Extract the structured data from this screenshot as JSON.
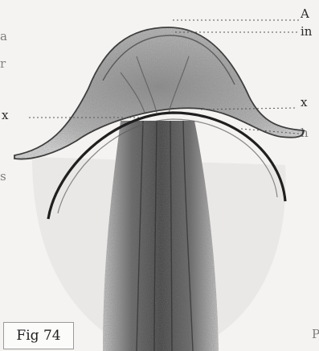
{
  "figure": {
    "caption": "Fig 74",
    "labels": {
      "A": "A",
      "in": "in",
      "x_left": "x",
      "x_right": "x",
      "h": "h",
      "left_a": "a",
      "left_r": "r",
      "left_s": "s",
      "bottom_right_P": "P"
    }
  },
  "colors": {
    "background": "#f4f3f1",
    "ink": "#2b2b2b",
    "tissue_dark": "#3d3d3d",
    "tissue_mid": "#8a8a8a",
    "tissue_light": "#b9b9b9"
  }
}
